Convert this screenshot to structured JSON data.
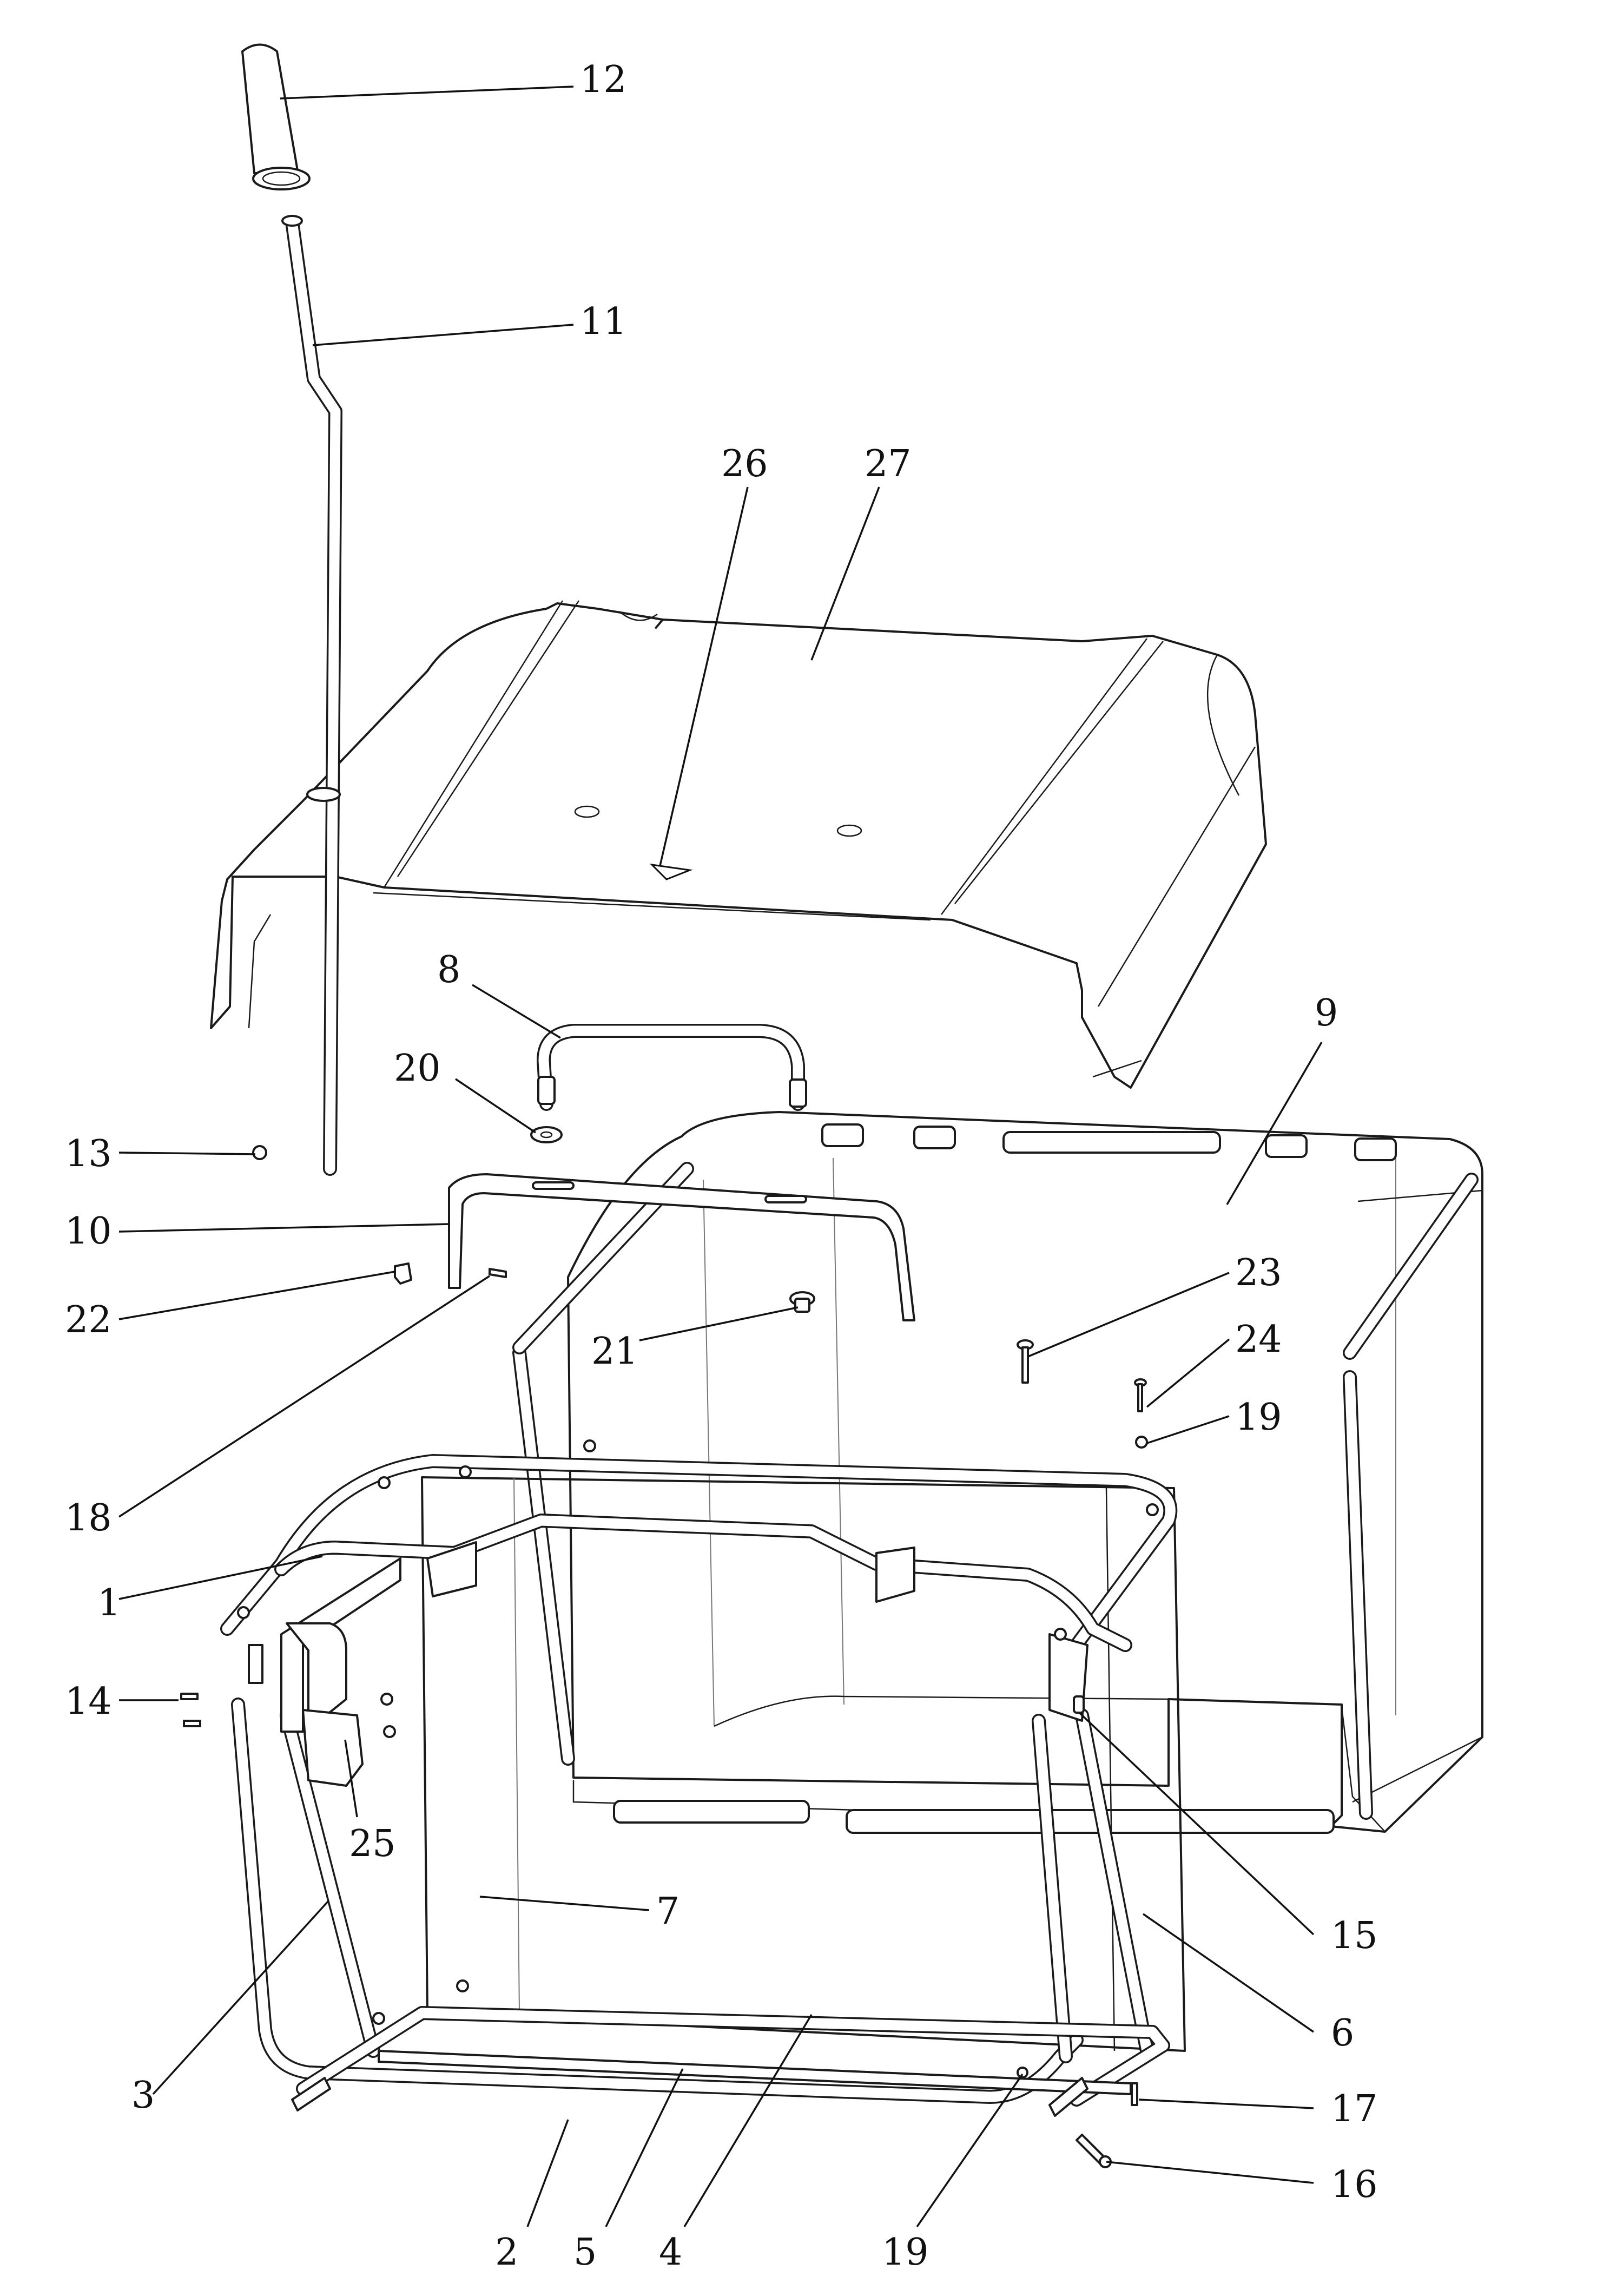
{
  "callouts": [
    {
      "id": "c12",
      "label": "12"
    },
    {
      "id": "c11",
      "label": "11"
    },
    {
      "id": "c26",
      "label": "26"
    },
    {
      "id": "c27",
      "label": "27"
    },
    {
      "id": "c8",
      "label": "8"
    },
    {
      "id": "c9",
      "label": "9"
    },
    {
      "id": "c20",
      "label": "20"
    },
    {
      "id": "c13",
      "label": "13"
    },
    {
      "id": "c10",
      "label": "10"
    },
    {
      "id": "c23",
      "label": "23"
    },
    {
      "id": "c24",
      "label": "24"
    },
    {
      "id": "c22",
      "label": "22"
    },
    {
      "id": "c21",
      "label": "21"
    },
    {
      "id": "c19a",
      "label": "19"
    },
    {
      "id": "c18",
      "label": "18"
    },
    {
      "id": "c1",
      "label": "1"
    },
    {
      "id": "c14",
      "label": "14"
    },
    {
      "id": "c25",
      "label": "25"
    },
    {
      "id": "c7",
      "label": "7"
    },
    {
      "id": "c15",
      "label": "15"
    },
    {
      "id": "c6",
      "label": "6"
    },
    {
      "id": "c3",
      "label": "3"
    },
    {
      "id": "c17",
      "label": "17"
    },
    {
      "id": "c16",
      "label": "16"
    },
    {
      "id": "c2",
      "label": "2"
    },
    {
      "id": "c5",
      "label": "5"
    },
    {
      "id": "c4",
      "label": "4"
    },
    {
      "id": "c19b",
      "label": "19"
    }
  ]
}
